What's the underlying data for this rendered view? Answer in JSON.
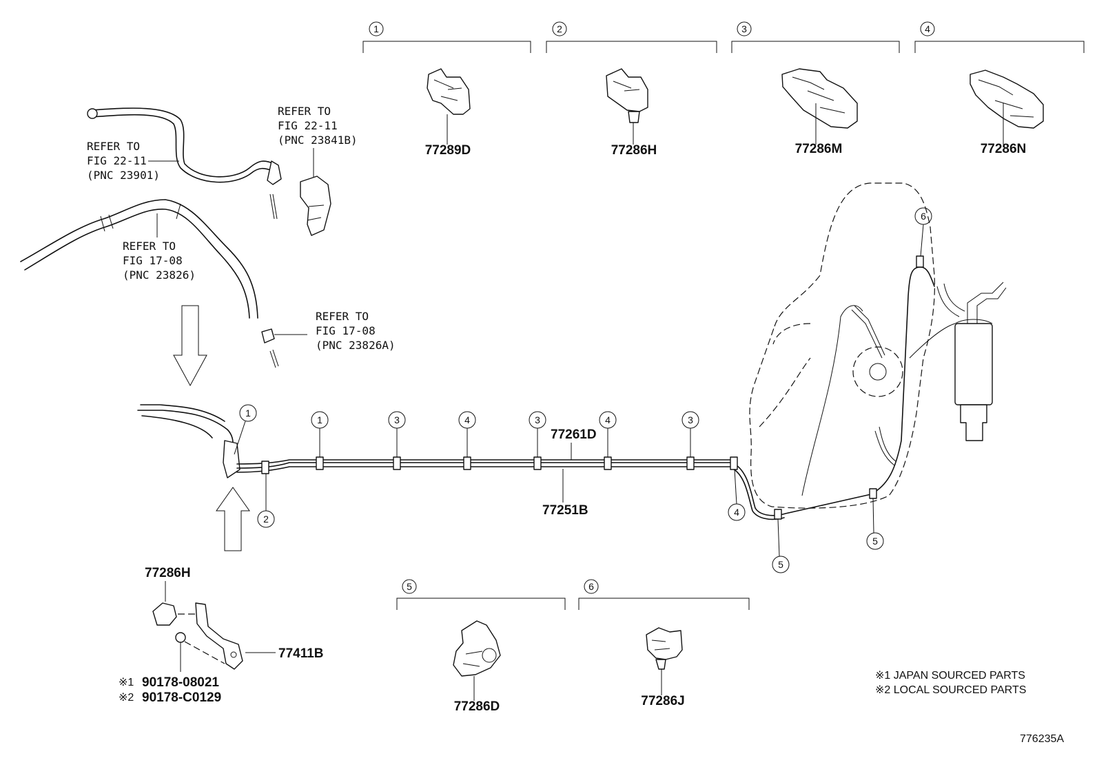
{
  "clip_groups": [
    {
      "num": "1",
      "part": "77289D"
    },
    {
      "num": "2",
      "part": "77286H"
    },
    {
      "num": "3",
      "part": "77286M"
    },
    {
      "num": "4",
      "part": "77286N"
    },
    {
      "num": "5",
      "part": "77286D"
    },
    {
      "num": "6",
      "part": "77286J"
    }
  ],
  "references": [
    {
      "line1": "REFER TO",
      "line2": "FIG 22-11",
      "line3": "(PNC 23841B)"
    },
    {
      "line1": "REFER TO",
      "line2": "FIG 22-11",
      "line3": "(PNC 23901)"
    },
    {
      "line1": "REFER TO",
      "line2": "FIG 17-08",
      "line3": "(PNC 23826)"
    },
    {
      "line1": "REFER TO",
      "line2": "FIG 17-08",
      "line3": "(PNC 23826A)"
    }
  ],
  "main_parts": {
    "tube_upper": "77261D",
    "tube_lower": "77251B",
    "bracket": "77411B",
    "bracket_clip": "77286H",
    "bolt_1": "90178-08021",
    "bolt_2": "90178-C0129",
    "bolt_1_mark": "※1",
    "bolt_2_mark": "※2"
  },
  "tube_callouts": [
    "1",
    "2",
    "1",
    "3",
    "4",
    "3",
    "4",
    "3",
    "4",
    "5",
    "5",
    "6"
  ],
  "notes": {
    "note1": "※1 JAPAN SOURCED PARTS",
    "note2": "※2 LOCAL SOURCED PARTS"
  },
  "figure_id": "776235A"
}
